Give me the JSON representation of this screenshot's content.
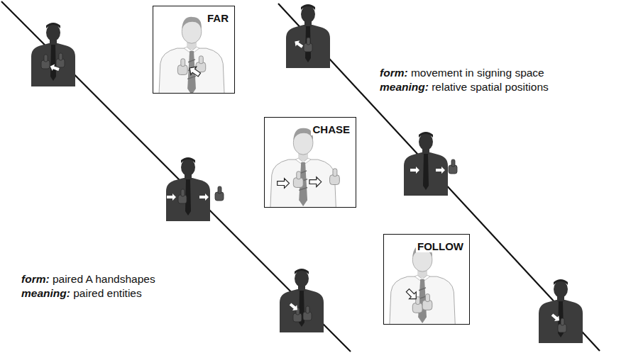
{
  "diagram": {
    "nodes": [
      {
        "text": [
          "FAR"
        ]
      },
      {
        "text": [
          "CHASE"
        ]
      },
      {
        "text": [
          "FOLLOW"
        ]
      }
    ],
    "labels": [
      "form: movement in signing space",
      "meaning: relative spatial positions",
      "form: paired A handshapes",
      "meaning: paired entities"
    ]
  }
}
